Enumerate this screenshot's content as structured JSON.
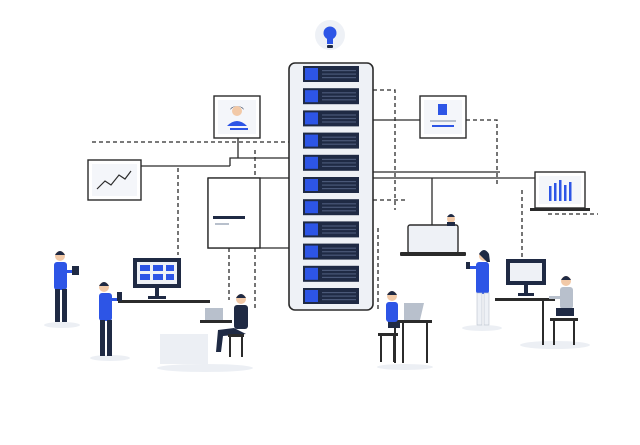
{
  "illustration": {
    "subject": "server-network",
    "palette": {
      "accent": "#2d55e6",
      "dark": "#1f2a44",
      "rack_fill": "#eef1f6",
      "line": "#2b2b2b",
      "floor": "#eceff4",
      "skin": "#f2c9a7"
    },
    "server_units": 11,
    "server_unit_label": "",
    "icons": [
      "lightbulb-icon",
      "server-rack-icon",
      "profile-card-icon",
      "document-card-icon",
      "line-chart-card-icon",
      "bar-chart-card-icon",
      "text-panel-icon",
      "desktop-monitor-icon",
      "laptop-icon",
      "tablet-icon",
      "stool-icon",
      "desk-icon"
    ],
    "people": [
      "person-with-tablet",
      "person-holding-phone",
      "person-seated-at-laptop",
      "person-at-desk-with-laptop",
      "person-standing-with-phone",
      "person-on-stool-at-monitor",
      "person-behind-laptop"
    ]
  }
}
